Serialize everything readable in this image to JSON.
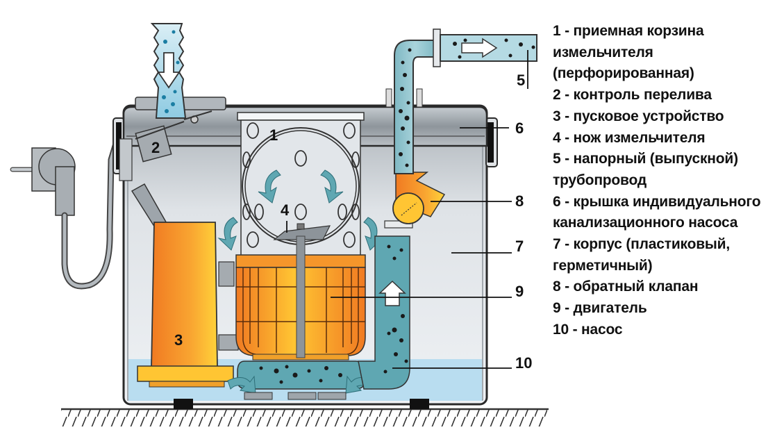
{
  "figure": {
    "title": "Схема индивидуального канализационного насоса с измельчителем",
    "callouts": [
      "1",
      "2",
      "3",
      "4",
      "5",
      "6",
      "7",
      "8",
      "9",
      "10"
    ],
    "colors": {
      "housing_gray": "#9aa0a5",
      "housing_light": "#e4e8ec",
      "waste_water": "#8cc4cf",
      "dark_water": "#5fa7b2",
      "motor_orange": "#f28c28",
      "motor_yellow": "#ffc533",
      "water_level": "#b9ddf0",
      "outline": "#2a2a2a"
    }
  },
  "legend": {
    "lines": [
      "1 - приемная корзина",
      "измельчителя",
      "(перфорированная)",
      "2 - контроль перелива",
      "3 - пусковое устройство",
      "4 - нож измельчителя",
      "5 - напорный (выпускной)",
      "трубопровод",
      "6 - крышка индивидуального",
      "канализационного насоса",
      "7 - корпус (пластиковый,",
      "герметичный)",
      "8 - обратный клапан",
      "9 - двигатель",
      "10 - насос"
    ]
  }
}
